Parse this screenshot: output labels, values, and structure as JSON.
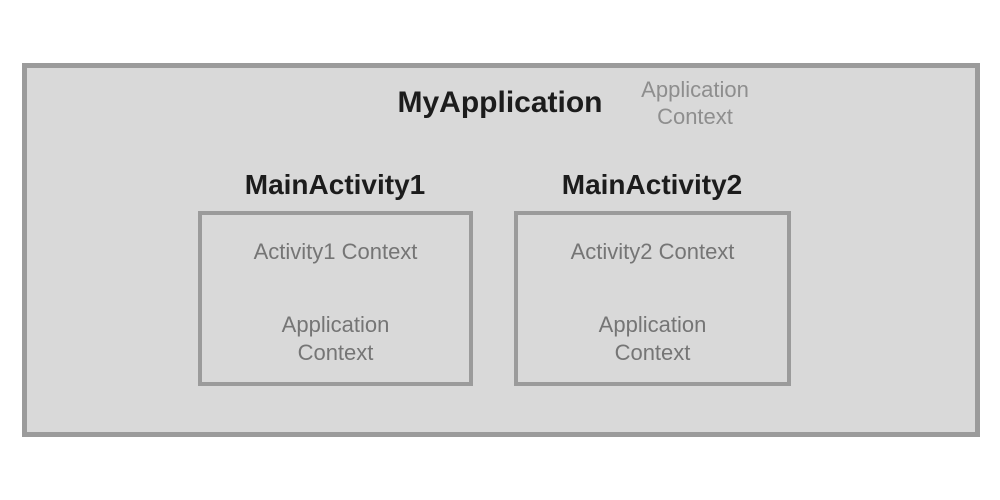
{
  "application": {
    "title": "MyApplication",
    "context_label": "Application Context"
  },
  "activities": [
    {
      "title": "MainActivity1",
      "context_label": "Activity1 Context",
      "app_context_label": "Application Context"
    },
    {
      "title": "MainActivity2",
      "context_label": "Activity2 Context",
      "app_context_label": "Application Context"
    }
  ],
  "colors": {
    "fill": "#d9d9d9",
    "border": "#9b9b9b",
    "title": "#1c1c1c",
    "gray_text": "#757575",
    "header_gray_text": "#8e8e8e",
    "page_bg": "#ffffff"
  }
}
